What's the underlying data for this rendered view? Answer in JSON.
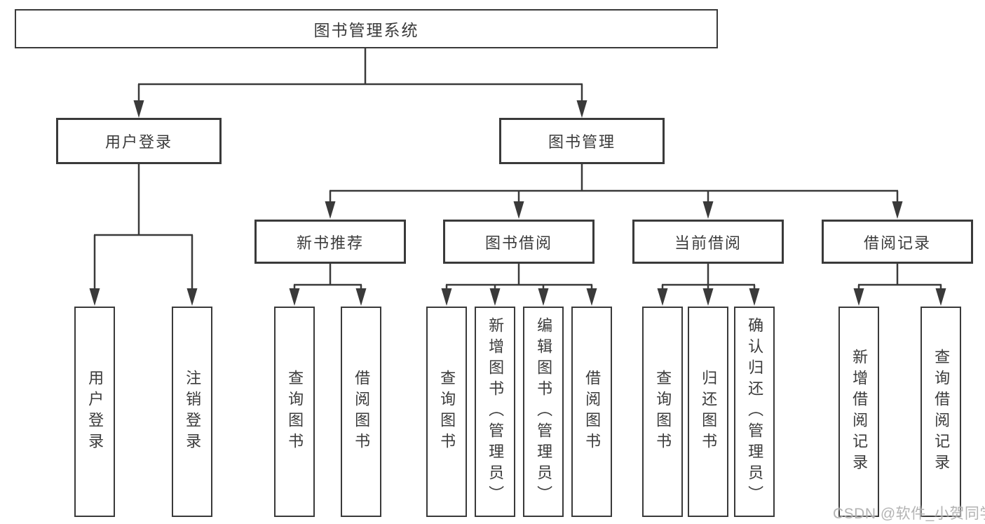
{
  "diagram_type": "hierarchy-tree",
  "tree": {
    "label": "图书管理系统",
    "children": [
      {
        "label": "用户登录",
        "children": [
          {
            "label": "用户登录"
          },
          {
            "label": "注销登录"
          }
        ]
      },
      {
        "label": "图书管理",
        "children": [
          {
            "label": "新书推荐",
            "children": [
              {
                "label": "查询图书"
              },
              {
                "label": "借阅图书"
              }
            ]
          },
          {
            "label": "图书借阅",
            "children": [
              {
                "label": "查询图书"
              },
              {
                "label": "新增图书（管理员）"
              },
              {
                "label": "编辑图书（管理员）"
              },
              {
                "label": "借阅图书"
              }
            ]
          },
          {
            "label": "当前借阅",
            "children": [
              {
                "label": "查询图书"
              },
              {
                "label": "归还图书"
              },
              {
                "label": "确认归还（管理员）"
              }
            ]
          },
          {
            "label": "借阅记录",
            "children": [
              {
                "label": "新增借阅记录"
              },
              {
                "label": "查询借阅记录"
              }
            ]
          }
        ]
      }
    ]
  },
  "watermark": {
    "text": "CSDN @软件_小贺同学"
  },
  "colors": {
    "line": "#3a3a3a",
    "border": "#3a3a3a",
    "text": "#3b3b3b",
    "background": "#ffffff",
    "watermark": "#ababab"
  }
}
